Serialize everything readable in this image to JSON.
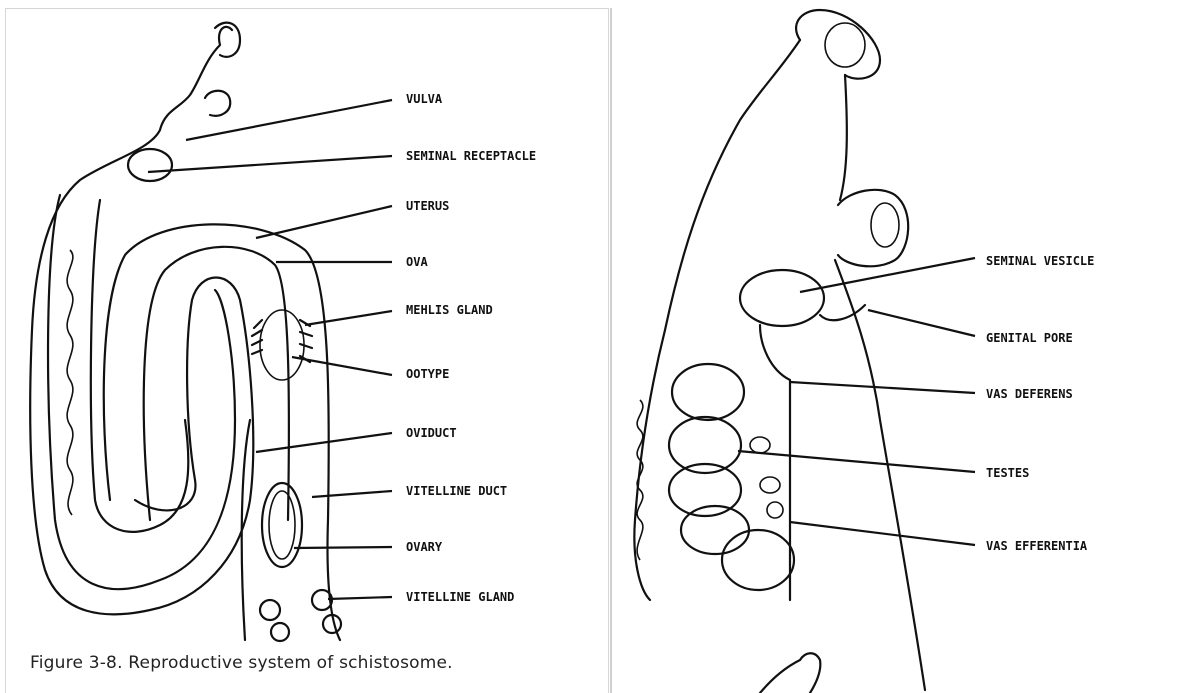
{
  "caption": "Figure 3-8. Reproductive system of schistosome.",
  "female_labels": {
    "vulva": "VULVA",
    "seminal_receptacle": "SEMINAL RECEPTACLE",
    "uterus": "UTERUS",
    "ova": "OVA",
    "mehlis_gland": "MEHLIS GLAND",
    "ootype": "OOTYPE",
    "oviduct": "OVIDUCT",
    "vitelline_duct": "VITELLINE DUCT",
    "ovary": "OVARY",
    "vitelline_gland": "VITELLINE GLAND"
  },
  "male_labels": {
    "seminal_vesicle": "SEMINAL VESICLE",
    "genital_pore": "GENITAL PORE",
    "vas_deferens": "VAS DEFERENS",
    "testes": "TESTES",
    "vas_efferentia": "VAS EFFERENTIA"
  }
}
